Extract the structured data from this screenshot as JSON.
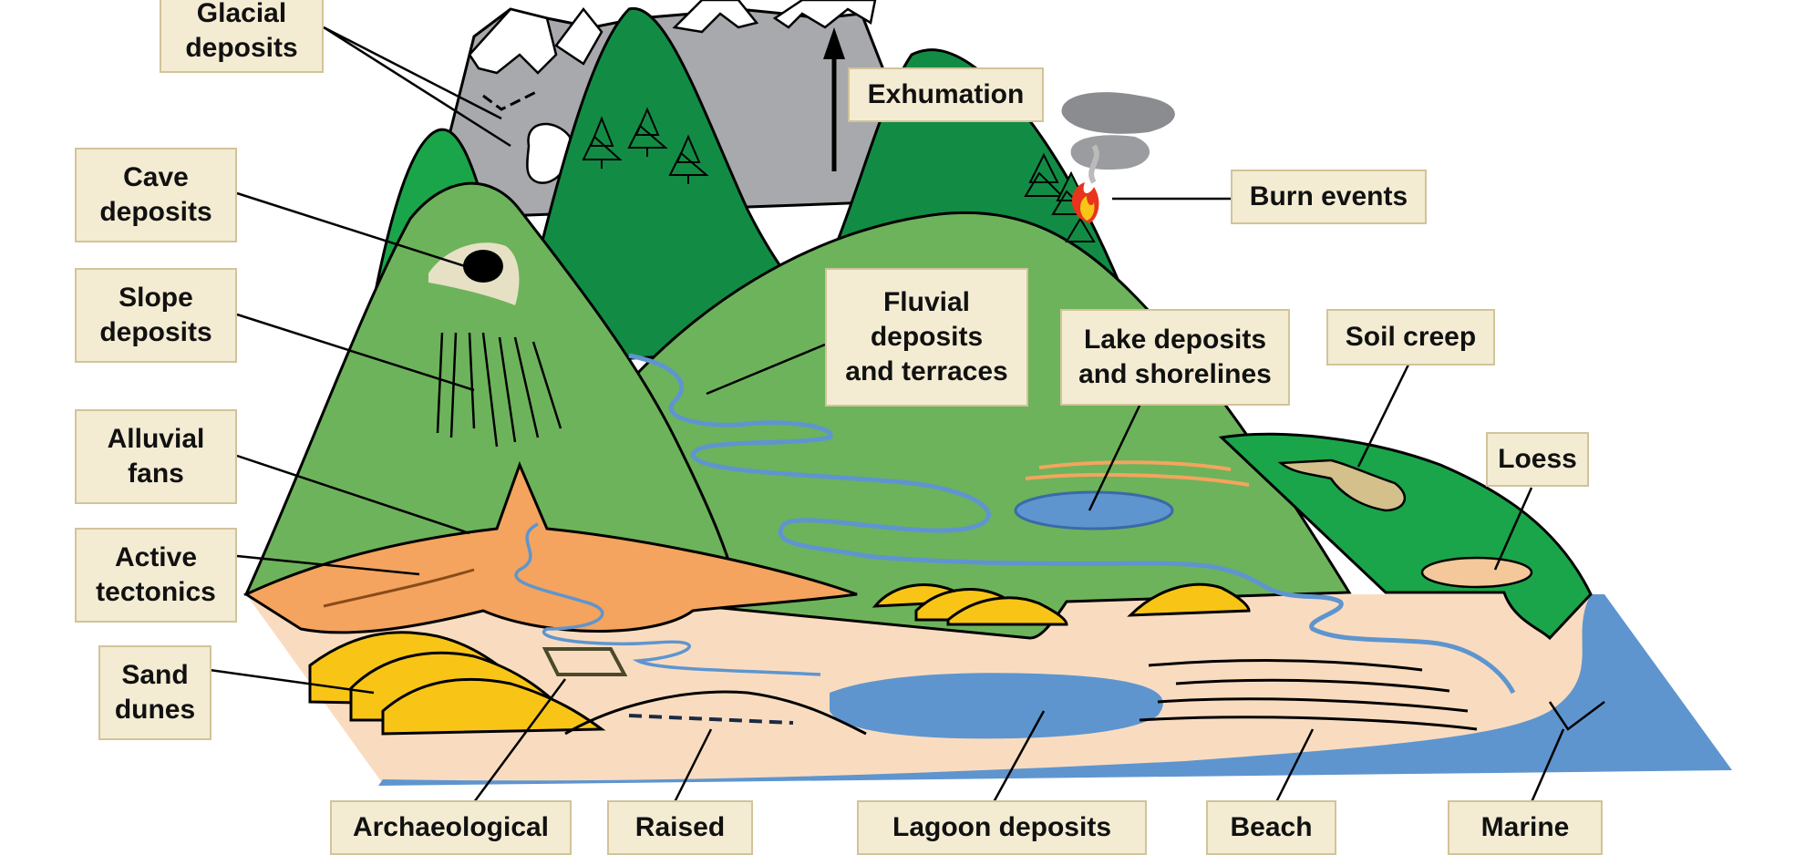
{
  "labels": {
    "glacial": "Glacial\ndeposits",
    "exhumation": "Exhumation",
    "cave": "Cave\ndeposits",
    "burn": "Burn events",
    "slope": "Slope\ndeposits",
    "fluvial": "Fluvial\ndeposits\nand terraces",
    "lake": "Lake deposits\nand shorelines",
    "soil_creep": "Soil creep",
    "alluvial": "Alluvial\nfans",
    "loess": "Loess",
    "active": "Active\ntectonics",
    "sand": "Sand\ndunes",
    "archaeological": "Archaeological",
    "raised": "Raised",
    "lagoon": "Lagoon deposits",
    "beach": "Beach",
    "marine": "Marine"
  },
  "colors": {
    "label_fill": "#f3ecd3",
    "label_border": "#d2c39a",
    "dark_green": "#128c44",
    "mid_green": "#6db35b",
    "light_green": "#8cc46f",
    "snow_gray": "#a7a9ac",
    "sand_beige": "#f9dcc0",
    "fan_orange": "#f4a45e",
    "dune_yellow": "#f8c516",
    "water_blue": "#5e95cf"
  }
}
